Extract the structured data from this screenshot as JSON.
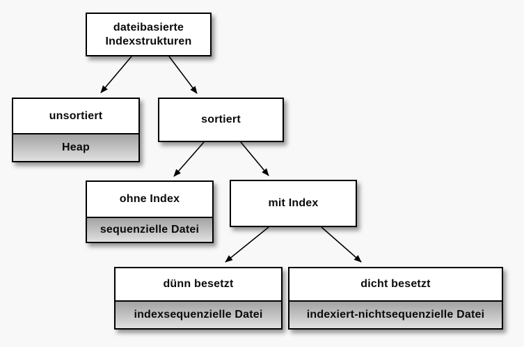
{
  "diagram": {
    "title_hidden": "",
    "nodes": {
      "root": {
        "label": "dateibasierte Indexstrukturen"
      },
      "unsortiert": {
        "label": "unsortiert",
        "sublabel": "Heap"
      },
      "sortiert": {
        "label": "sortiert"
      },
      "ohne_index": {
        "label": "ohne Index",
        "sublabel": "sequenzielle Datei"
      },
      "mit_index": {
        "label": "mit Index"
      },
      "duenn": {
        "label": "dünn besetzt",
        "sublabel": "indexsequenzielle Datei"
      },
      "dicht": {
        "label": "dicht besetzt",
        "sublabel": "indexiert-nichtsequenzielle Datei"
      }
    },
    "edges": [
      {
        "from": "root",
        "to": "unsortiert"
      },
      {
        "from": "root",
        "to": "sortiert"
      },
      {
        "from": "sortiert",
        "to": "ohne_index"
      },
      {
        "from": "sortiert",
        "to": "mit_index"
      },
      {
        "from": "mit_index",
        "to": "duenn"
      },
      {
        "from": "mit_index",
        "to": "dicht"
      }
    ],
    "colors": {
      "background": "#f8f8f8",
      "box_fill": "#ffffff",
      "box_border": "#000000",
      "sub_gradient_top": "#a3a3a3",
      "sub_gradient_bottom": "#e0e0e0",
      "arrow": "#000000"
    }
  }
}
